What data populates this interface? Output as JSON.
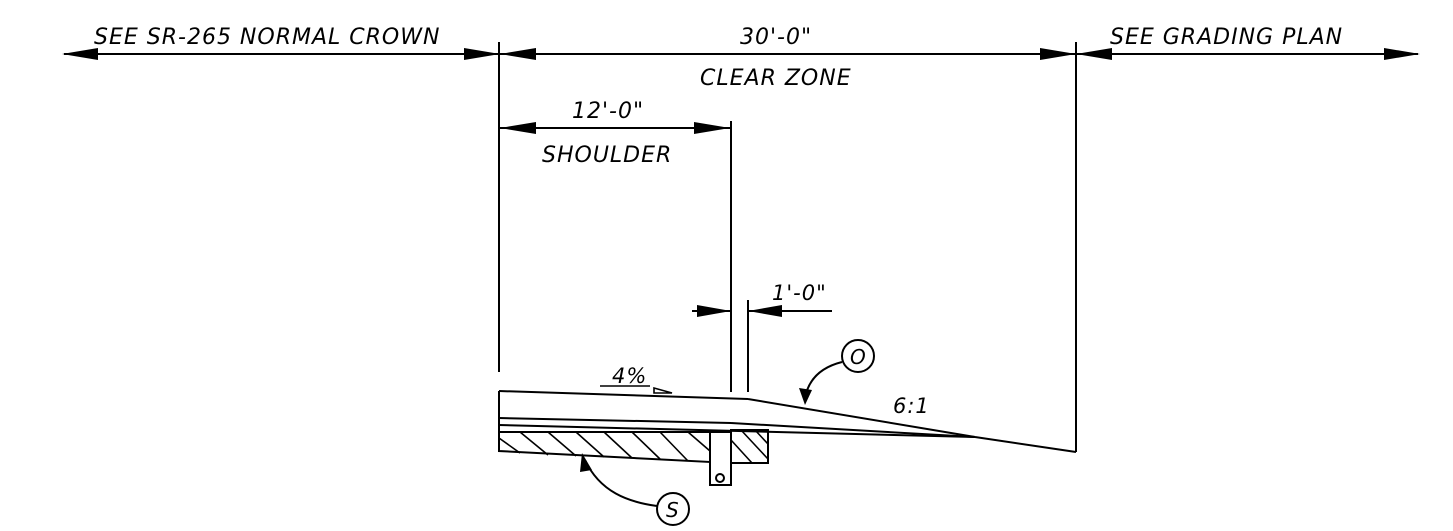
{
  "dimensions": {
    "left_reference": "SEE SR-265 NORMAL CROWN",
    "clear_zone_width": "30'-0\"",
    "clear_zone_label": "CLEAR ZONE",
    "right_reference": "SEE GRADING PLAN",
    "shoulder_width": "12'-0\"",
    "shoulder_label": "SHOULDER",
    "offset_width": "1'-0\""
  },
  "slopes": {
    "shoulder_slope": "4%",
    "foreslope": "6:1"
  },
  "callouts": {
    "surface_note": "O",
    "subbase_note": "S"
  },
  "colors": {
    "line": "#000000",
    "background": "#ffffff"
  }
}
